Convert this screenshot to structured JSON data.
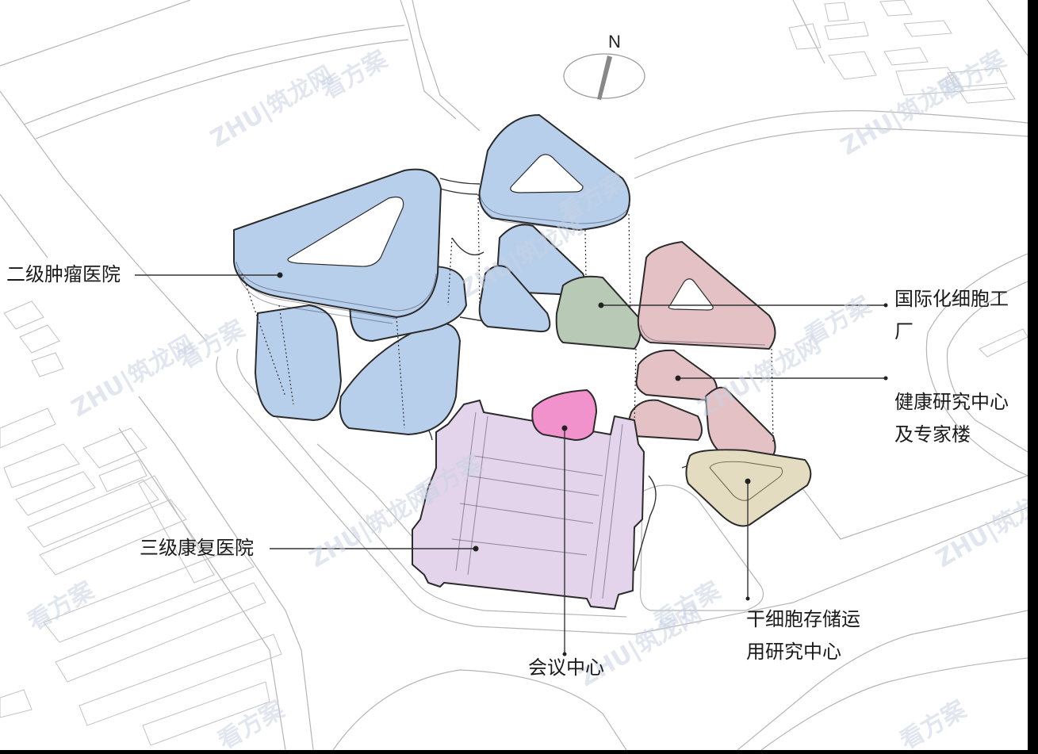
{
  "compass": {
    "label": "N",
    "icon": "north-arrow-icon"
  },
  "labels": {
    "oncology_hospital": "二级肿瘤医院",
    "rehab_hospital": "三级康复医院",
    "conference_center": "会议中心",
    "cell_factory_line1": "国际化细胞工",
    "cell_factory_line2": "厂",
    "health_research_line1": "健康研究中心",
    "health_research_line2": "及专家楼",
    "stem_cell_line1": "干细胞存储运",
    "stem_cell_line2": "用研究中心"
  },
  "watermarks": {
    "brand": "ZHU|筑龙网",
    "slogan": "看方案"
  },
  "colors": {
    "oncology_blue": "#b7cfeb",
    "rehab_lilac": "#e3d4ec",
    "conference_pink": "#f292cc",
    "cell_factory_green": "#b8c9b6",
    "health_research_rose": "#e4c1c4",
    "stem_cell_beige": "#e3dcc0",
    "outline": "#2b2b2b",
    "road_lines": "#b5b5b5"
  }
}
